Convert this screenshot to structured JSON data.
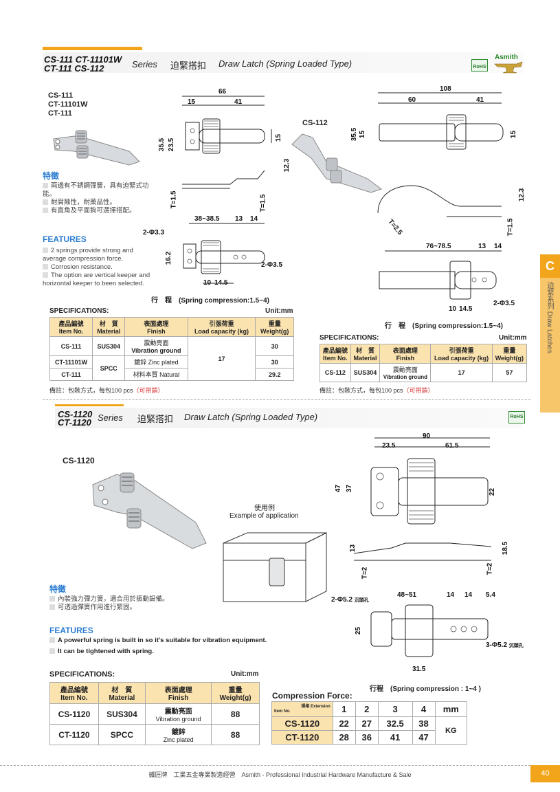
{
  "brand": {
    "name": "Asmith",
    "rohs": "RoHS"
  },
  "section1": {
    "models_line1": "CS-111 CT-11101W",
    "models_line2": "CT-111 CS-112",
    "series": "Series",
    "title_cn": "迫緊搭扣",
    "title_en": "Draw Latch (Spring Loaded Type)"
  },
  "left_product": {
    "models": [
      "CS-111",
      "CT-11101W",
      "CT-111"
    ],
    "features_cn_title": "特徵",
    "features_cn": [
      "兩邊有不銹鋼彈簧，具有迫緊式功能。",
      "耐腐蝕性，耐藥品性。",
      "有直角及平面鉤可選擇搭配。"
    ],
    "features_en_title": "FEATURES",
    "features_en": [
      "2 springs provide strong and average compression force.",
      "Corrosion resistance.",
      "The option are vertical keeper and horizontal keeper to been selected."
    ],
    "dims": {
      "d66": "66",
      "d15": "15",
      "d41": "41",
      "d355": "35.5",
      "d235": "23.5",
      "d15b": "15",
      "d123": "12.3",
      "t15a": "T=1.5",
      "t15b": "T=1.5",
      "d3838": "38~38.5",
      "d13": "13",
      "d14": "14",
      "hole33": "2-Φ3.3",
      "d162": "16.2",
      "hole35": "2-Φ3.5",
      "d10": "10",
      "d145": "14.5"
    },
    "compression": "行　程　(Spring compression:1.5~4)"
  },
  "right_product": {
    "model": "CS-112",
    "dims": {
      "d108": "108",
      "d60": "60",
      "d41": "41",
      "d355": "35.5",
      "d15": "15",
      "d15b": "15",
      "d123": "12.3",
      "t25": "T=2.5",
      "t15": "T=1.5",
      "d7678": "76~78.5",
      "d13": "13",
      "d14": "14",
      "hole35": "2-Φ3.5",
      "d10": "10",
      "d145": "14.5"
    },
    "compression": "行　程　(Spring compression:1.5~4)"
  },
  "spec1": {
    "title": "SPECIFICATIONS:",
    "unit": "Unit:mm",
    "headers_cn": [
      "產品編號",
      "材　質",
      "表面處理",
      "引張荷重",
      "重量"
    ],
    "headers_en": [
      "Item No.",
      "Material",
      "Finish",
      "Load capacity (kg)",
      "Weight(g)"
    ],
    "rows": [
      {
        "item": "CS-111",
        "material": "SUS304",
        "finish_cn": "震動亮面",
        "finish_en": "Vibration ground",
        "weight": "30"
      },
      {
        "item": "CT-11101W",
        "material": "SPCC",
        "finish_cn": "鍍鋅",
        "finish_en": "Zinc plated",
        "weight": "30"
      },
      {
        "item": "CT-111",
        "finish_cn": "材料本質",
        "finish_en": "Natural",
        "weight": "29.2"
      }
    ],
    "load": "17",
    "note": "備註：包裝方式，每包100 pcs",
    "note_red": "（可帶鎖）"
  },
  "spec2": {
    "title": "SPECIFICATIONS:",
    "unit": "Unit:mm",
    "headers_cn": [
      "產品編號",
      "材　質",
      "表面處理",
      "引張荷重",
      "重量"
    ],
    "headers_en": [
      "Item No.",
      "Material",
      "Finish",
      "Load capacity (kg)",
      "Weight(g)"
    ],
    "row": {
      "item": "CS-112",
      "material": "SUS304",
      "finish_cn": "震動亮面",
      "finish_en": "Vibration ground",
      "load": "17",
      "weight": "57"
    },
    "note": "備註：包裝方式，每包100 pcs",
    "note_red": "（可帶鎖）"
  },
  "section2": {
    "models_line1": "CS-1120",
    "models_line2": "CT-1120",
    "series": "Series",
    "title_cn": "迫緊搭扣",
    "title_en": "Draw Latch (Spring Loaded Type)"
  },
  "product3": {
    "model": "CS-1120",
    "example_cn": "使用例",
    "example_en": "Example of application",
    "features_cn_title": "特徵",
    "features_cn": [
      "內裝強力彈力簧，適合用於振動設備。",
      "可透過彈簧作用進行緊固。"
    ],
    "features_en_title": "FEATURES",
    "features_en": [
      "A powerful spring is built in so it's suitable for vibration equipment.",
      "It can be tightened with spring."
    ],
    "dims": {
      "d90": "90",
      "d235": "23.5",
      "d615": "61.5",
      "d47": "47",
      "d37": "37",
      "d22": "22",
      "d13": "13",
      "d185": "18.5",
      "t2a": "T=2",
      "t2b": "T=2",
      "hole52a": "2-Φ5.2",
      "hole52a_tag": "沉頭孔",
      "d4851": "48~51",
      "d14a": "14",
      "d14b": "14",
      "d54": "5.4",
      "d25": "25",
      "hole52b": "3-Φ5.2",
      "hole52b_tag": "沉頭孔",
      "d315": "31.5"
    },
    "compression": "行程　(Spring compression : 1~4 )"
  },
  "spec3": {
    "title": "SPECIFICATIONS:",
    "unit": "Unit:mm",
    "headers_cn": [
      "產品編號",
      "材　質",
      "表面處理",
      "重量"
    ],
    "headers_en": [
      "Item No.",
      "Material",
      "Finish",
      "Weight(g)"
    ],
    "rows": [
      {
        "item": "CS-1120",
        "material": "SUS304",
        "finish_cn": "震動亮面",
        "finish_en": "Vibration ground",
        "weight": "88"
      },
      {
        "item": "CT-1120",
        "material": "SPCC",
        "finish_cn": "鍍鋅",
        "finish_en": "Zinc plated",
        "weight": "88"
      }
    ]
  },
  "compression_table": {
    "title": "Compression Force:",
    "corner_top": "規格 Extension",
    "corner_bottom": "Item No.",
    "cols": [
      "1",
      "2",
      "3",
      "4",
      "mm"
    ],
    "rows": [
      {
        "item": "CS-1120",
        "values": [
          "22",
          "27",
          "32.5",
          "38"
        ]
      },
      {
        "item": "CT-1120",
        "values": [
          "28",
          "36",
          "41",
          "47"
        ]
      }
    ],
    "unit": "KG"
  },
  "sidebar": {
    "letter": "C",
    "label": "迫緊系列 Draw Latches"
  },
  "footer": "鐵匠牌　工業五金專業製造經營　Asmith - Professional Industrial Hardware Manufacture & Sale",
  "page": "40"
}
